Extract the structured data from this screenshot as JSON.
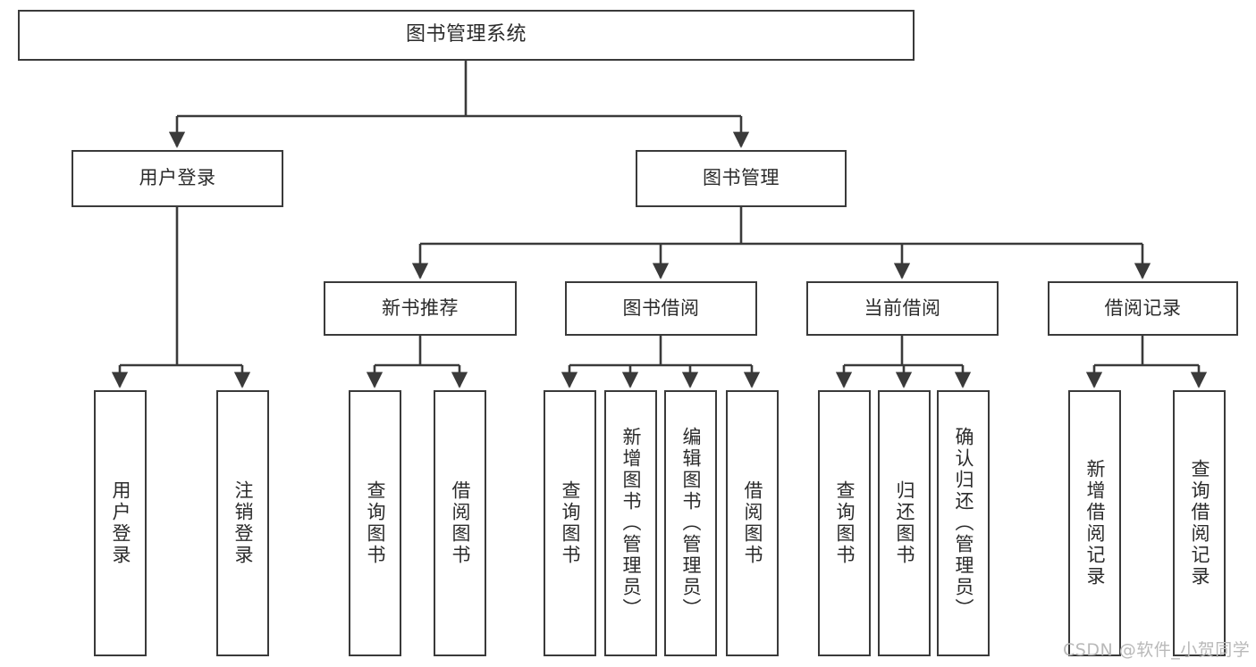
{
  "diagram": {
    "type": "tree",
    "title": "图书管理系统",
    "root": {
      "label": "图书管理系统"
    },
    "level2": [
      {
        "label": "用户登录"
      },
      {
        "label": "图书管理"
      }
    ],
    "level3": [
      {
        "label": "新书推荐"
      },
      {
        "label": "图书借阅"
      },
      {
        "label": "当前借阅"
      },
      {
        "label": "借阅记录"
      }
    ],
    "leaves": {
      "user_login": [
        {
          "label": "用户登录"
        },
        {
          "label": "注销登录"
        }
      ],
      "new_book_recommend": [
        {
          "label": "查询图书"
        },
        {
          "label": "借阅图书"
        }
      ],
      "book_borrow": [
        {
          "label": "查询图书"
        },
        {
          "label": "新增图书（管理员）"
        },
        {
          "label": "编辑图书（管理员）"
        },
        {
          "label": "借阅图书"
        }
      ],
      "current_borrow": [
        {
          "label": "查询图书"
        },
        {
          "label": "归还图书"
        },
        {
          "label": "确认归还（管理员）"
        }
      ],
      "borrow_record": [
        {
          "label": "新增借阅记录"
        },
        {
          "label": "查询借阅记录"
        }
      ]
    }
  },
  "watermark": {
    "text": "CSDN @软件_小贺同学"
  },
  "colors": {
    "border": "#3a3a3a",
    "text": "#2b2b2b",
    "background": "#ffffff",
    "watermark": "#b9b9b9"
  }
}
